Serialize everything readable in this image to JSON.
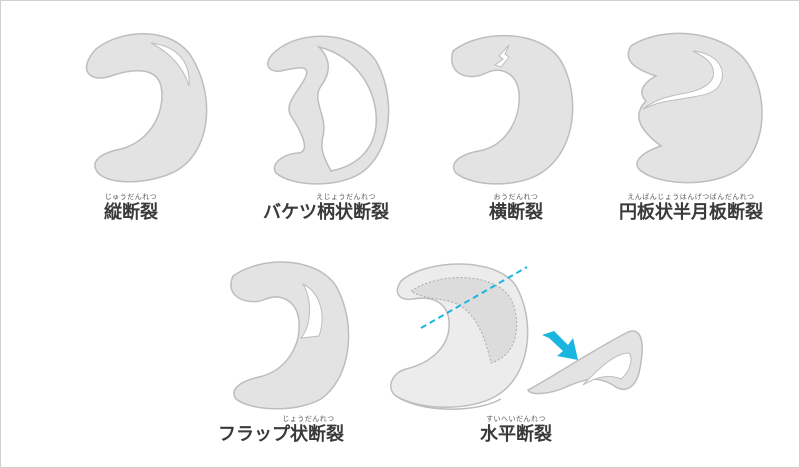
{
  "diagram": {
    "colors": {
      "shape_fill": "#e3e3e3",
      "shape_stroke": "#bdbdbd",
      "tear": "#ffffff",
      "accent": "#1ab6e0",
      "text": "#3a3a3a",
      "border": "#cfcfcf"
    },
    "items": [
      {
        "id": "longitudinal",
        "ruby": "じゅうだんれつ",
        "label": "縦断裂"
      },
      {
        "id": "bucket-handle",
        "ruby": "えじょうだんれつ",
        "label": "バケツ柄状断裂"
      },
      {
        "id": "radial",
        "ruby": "おうだんれつ",
        "label": "横断裂"
      },
      {
        "id": "discoid",
        "ruby": "えんばんじょうはんげつばんだんれつ",
        "label": "円板状半月板断裂"
      },
      {
        "id": "flap",
        "ruby": "じょうだんれつ",
        "label": "フラップ状断裂"
      },
      {
        "id": "horizontal",
        "ruby": "すいへいだんれつ",
        "label": "水平断裂"
      }
    ]
  }
}
